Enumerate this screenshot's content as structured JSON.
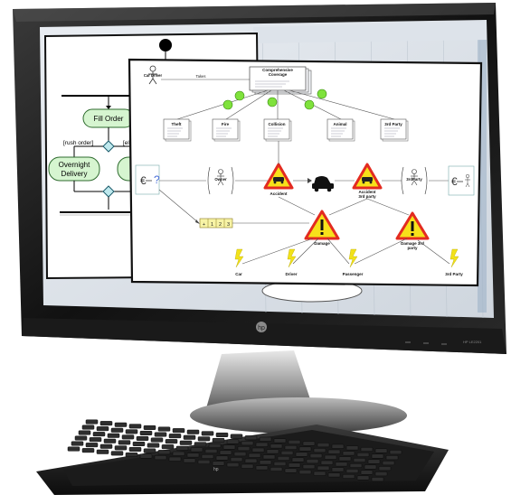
{
  "activity_diagram": {
    "fill_order": "Fill Order",
    "rush_order": "[rush order]",
    "else_guard": "[el",
    "overnight_line1": "Overnight",
    "overnight_line2": "Delivery"
  },
  "fault_tree": {
    "top_node_line1": "Comprehensive",
    "top_node_line2": "Coverage",
    "car_driver": "Car Driver",
    "takes": "Takes",
    "children": [
      "Theft",
      "Fire",
      "Collision",
      "Animal",
      "3rd Party"
    ],
    "owner": "Owner",
    "accident": "Accident",
    "accident_3rd_line1": "Accident",
    "accident_3rd_line2": "3rd party",
    "third_party": "3rdParty",
    "sequence": [
      "+",
      "1",
      "2",
      "3"
    ],
    "damage": "Damage",
    "damage_3rd_line1": "Damage 3rd",
    "damage_3rd_line2": "party",
    "leaves": [
      "Car",
      "Driver",
      "Passenger",
      "3rd Party"
    ],
    "question_mark": "?"
  },
  "monitor": {
    "brand": "hp",
    "model": "HP LE2201"
  },
  "colors": {
    "activity_fill": "#d6f5d0",
    "activity_stroke": "#2e6b2e",
    "decision_fill": "#bfe9ee",
    "warning_red": "#e32b20",
    "warning_yellow": "#f7e11a",
    "connector_green": "#7fe23c",
    "lightning": "#f2e21a"
  }
}
